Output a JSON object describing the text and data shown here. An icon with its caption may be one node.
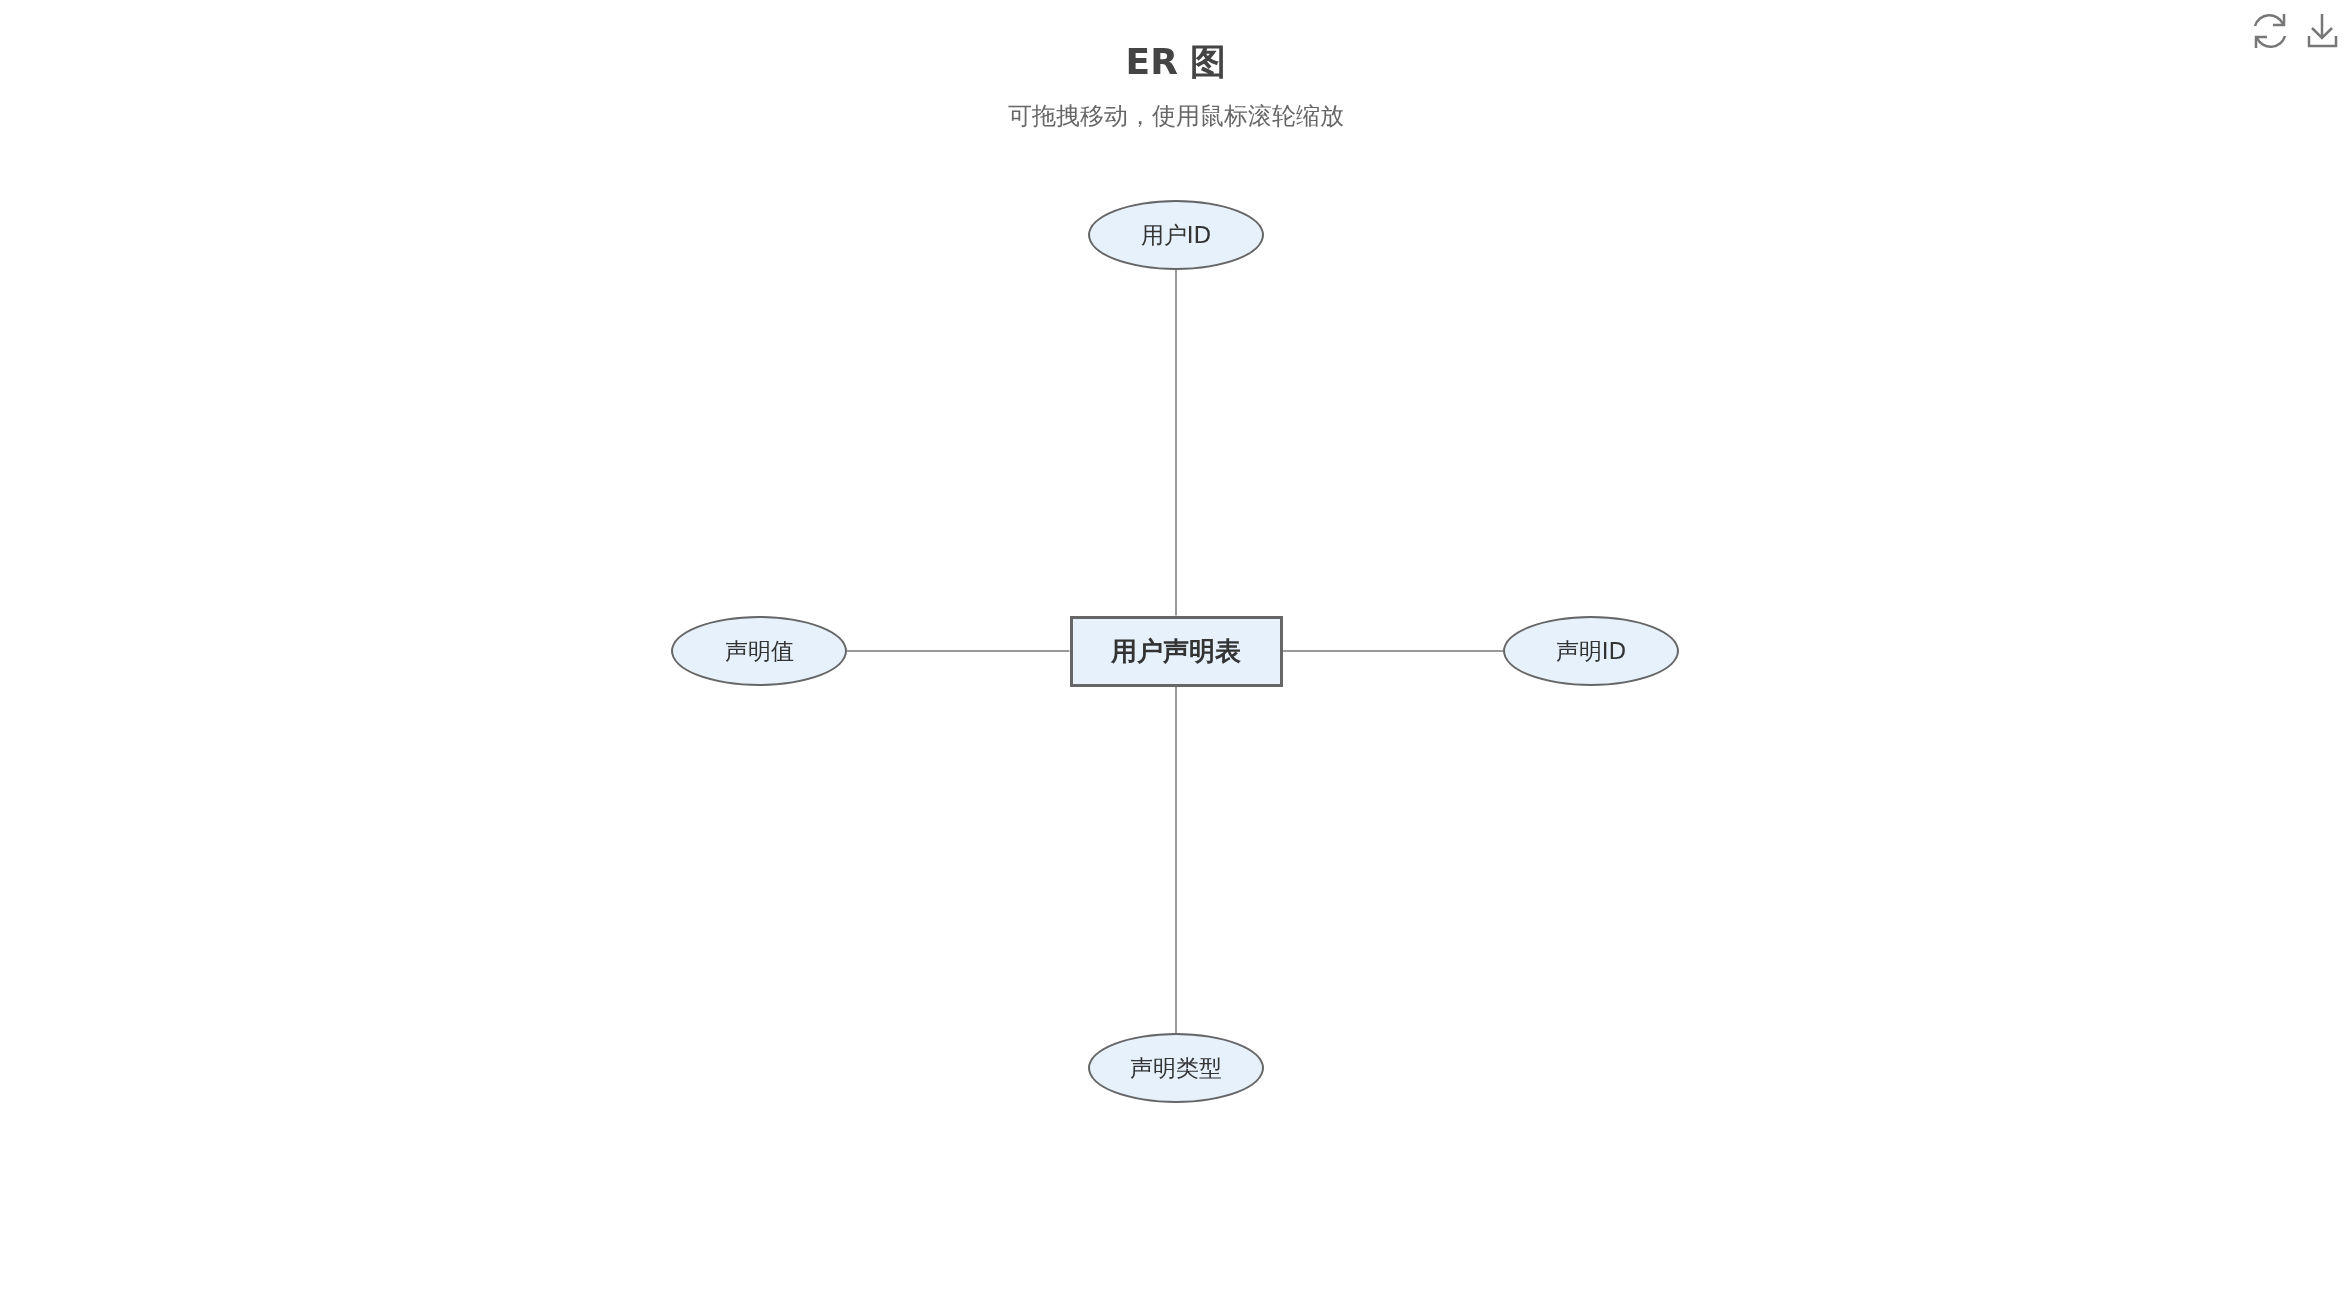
{
  "diagram": {
    "title": "ER 图",
    "nodes": [
      {
        "text": [
          "用户ID"
        ]
      },
      {
        "text": [
          "声明值"
        ]
      },
      {
        "text": [
          "用户声明表"
        ]
      },
      {
        "text": [
          "声明ID"
        ]
      },
      {
        "text": [
          "声明类型"
        ]
      }
    ],
    "edges": [
      {
        "from": 2,
        "to": 0,
        "arrow": "none"
      },
      {
        "from": 2,
        "to": 1,
        "arrow": "none"
      },
      {
        "from": 2,
        "to": 3,
        "arrow": "none"
      },
      {
        "from": 2,
        "to": 4,
        "arrow": "none"
      }
    ],
    "labels": [
      "可拖拽移动，使用鼠标滚轮缩放"
    ]
  }
}
